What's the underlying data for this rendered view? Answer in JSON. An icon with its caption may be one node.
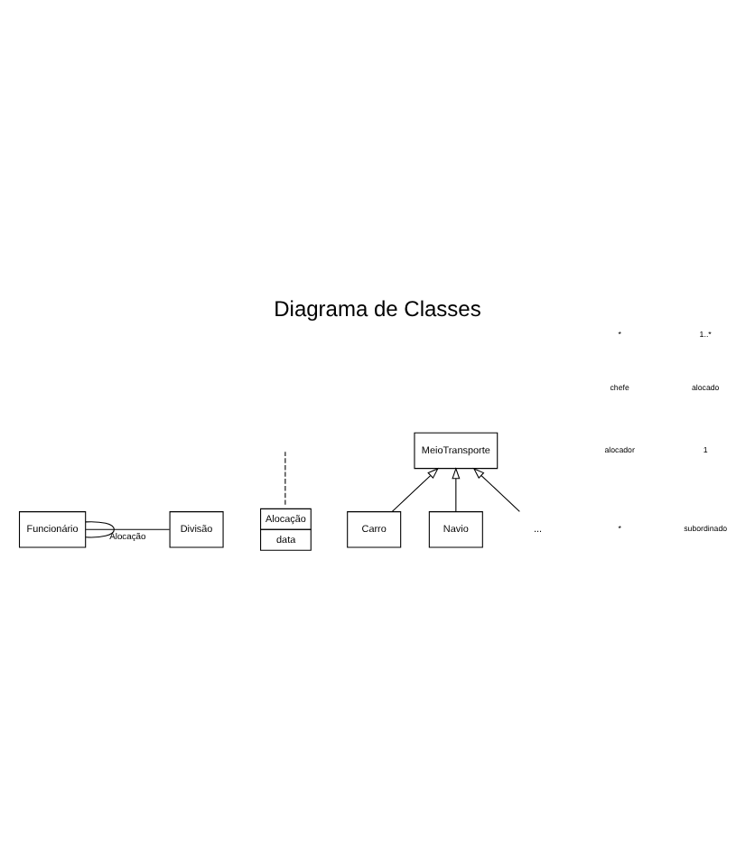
{
  "diagram": {
    "title": "Diagrama de Classes",
    "nodes": [
      {
        "text": [
          "Funcionário"
        ]
      },
      {
        "text": [
          "Divisão"
        ]
      },
      {
        "text": [
          "Alocação",
          "data"
        ]
      },
      {
        "text": [
          "MeioTransporte"
        ]
      },
      {
        "text": [
          "Carro"
        ]
      },
      {
        "text": [
          "Navio"
        ]
      },
      {
        "text": [
          "..."
        ]
      }
    ],
    "edges": [
      {
        "from": 0,
        "to": 1,
        "arrow": "none",
        "label": "Alocação"
      },
      {
        "from": 2,
        "to": null,
        "arrow": "none",
        "style": "dashed"
      },
      {
        "from": 0,
        "to": 0,
        "arrow": "none"
      },
      {
        "from": 4,
        "to": 3,
        "arrow": "to"
      },
      {
        "from": 5,
        "to": 3,
        "arrow": "to"
      },
      {
        "from": 6,
        "to": 3,
        "arrow": "to"
      }
    ],
    "labels": [
      "*",
      "1..*",
      "chefe",
      "alocado",
      "alocador",
      "1",
      "*",
      "subordinado"
    ]
  }
}
